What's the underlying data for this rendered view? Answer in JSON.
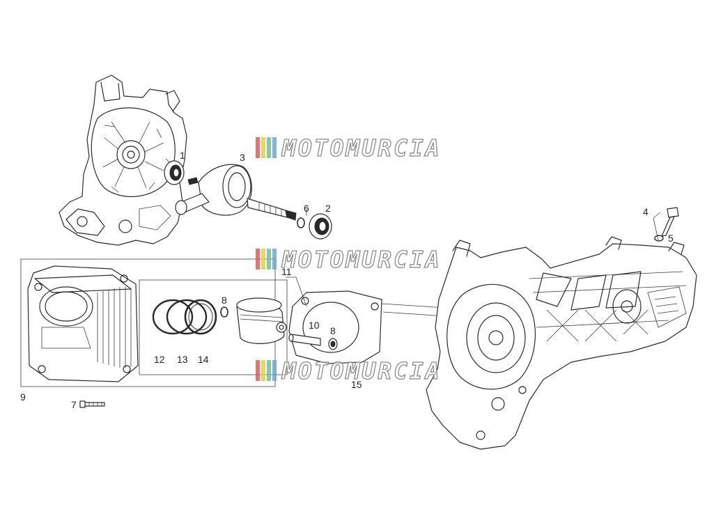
{
  "watermark": {
    "text": "MOTOMURCIA",
    "stripe_colors": [
      "#e05a5a",
      "#f1c84b",
      "#6cc38e",
      "#6aa8d8"
    ]
  },
  "callouts": {
    "c1": "1",
    "c2": "2",
    "c3": "3",
    "c4": "4",
    "c5": "5",
    "c6": "6",
    "c7": "7",
    "c8a": "8",
    "c8b": "8",
    "c9": "9",
    "c10": "10",
    "c11": "11",
    "c12": "12",
    "c13": "13",
    "c14": "14",
    "c15": "15"
  }
}
